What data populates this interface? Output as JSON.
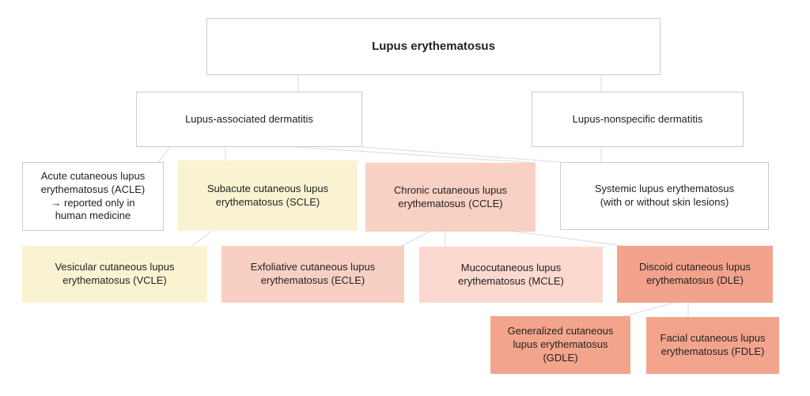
{
  "diagram": {
    "title": "Lupus erythematosus",
    "colors": {
      "text": "#222222",
      "box_border": "#cccccc",
      "connector": "#dde2e9",
      "white_fill": "#ffffff",
      "yellow_fill": "#faf3d2",
      "pink_fill": "#f8d0c4",
      "pink_soft_fill": "#fbd9cf",
      "salmon_fill": "#f3a38c"
    },
    "nodes": {
      "root": {
        "label": "Lupus erythematosus",
        "fill": "#ffffff"
      },
      "assoc": {
        "label": "Lupus-associated dermatitis",
        "fill": "#ffffff"
      },
      "nonspec": {
        "label": "Lupus-nonspecific dermatitis",
        "fill": "#ffffff"
      },
      "acle": {
        "label": "Acute cutaneous lupus erythematosus (ACLE)",
        "note": "→ reported only in human medicine",
        "fill": "#ffffff"
      },
      "scle": {
        "label": "Subacute cutaneous lupus erythematosus (SCLE)",
        "fill": "#faf3d2"
      },
      "ccle": {
        "label": "Chronic cutaneous lupus erythematosus (CCLE)",
        "fill": "#f8d0c4"
      },
      "sle": {
        "label": "Systemic lupus erythematosus (with or without skin lesions)",
        "fill": "#ffffff"
      },
      "vcle": {
        "label": "Vesicular cutaneous lupus erythematosus (VCLE)",
        "fill": "#faf3d2"
      },
      "ecle": {
        "label": "Exfoliative cutaneous lupus erythematosus (ECLE)",
        "fill": "#f8cfc3"
      },
      "mcle": {
        "label": "Mucocutaneous lupus erythematosus (MCLE)",
        "fill": "#fbd9cf"
      },
      "dle": {
        "label": "Discoid cutaneous lupus erythematosus (DLE)",
        "fill": "#f3a38c"
      },
      "gdle": {
        "label": "Generalized cutaneous lupus erythematosus (GDLE)",
        "fill": "#f3a48d"
      },
      "fdle": {
        "label": "Facial cutaneous lupus erythematosus (FDLE)",
        "fill": "#f3a48d"
      }
    }
  }
}
